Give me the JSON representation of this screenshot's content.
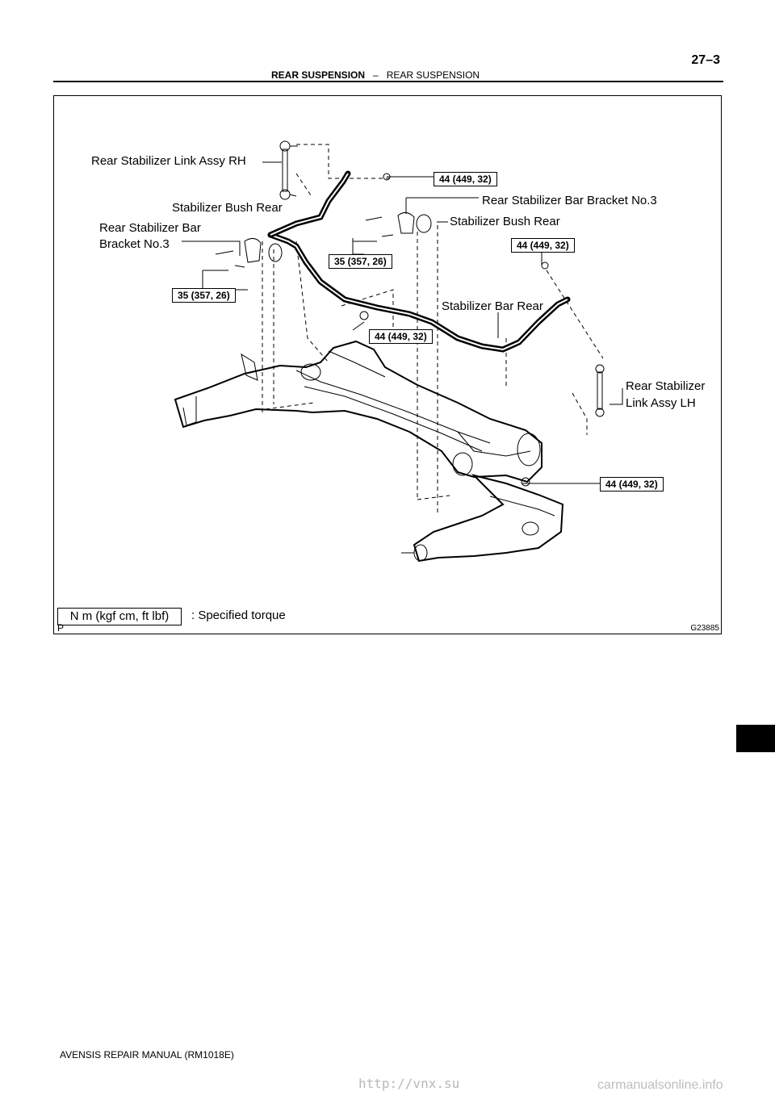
{
  "header": {
    "section_bold": "REAR SUSPENSION",
    "separator": "–",
    "section_normal": "REAR SUSPENSION",
    "page_number": "27–3"
  },
  "figure": {
    "labels": {
      "link_rh": "Rear Stabilizer Link Assy RH",
      "bush_left": "Stabilizer Bush Rear",
      "bracket_left_line1": "Rear Stabilizer Bar",
      "bracket_left_line2": "Bracket No.3",
      "bracket_right": "Rear Stabilizer Bar Bracket No.3",
      "bush_right": "Stabilizer Bush Rear",
      "stabilizer_bar": "Stabilizer Bar Rear",
      "link_lh_line1": "Rear Stabilizer",
      "link_lh_line2": "Link Assy LH"
    },
    "torques": {
      "t_top": "44 (449, 32)",
      "t_right_upper": "44 (449, 32)",
      "t_bracket_right": "35 (357, 26)",
      "t_bracket_left": "35 (357, 26)",
      "t_center": "44 (449, 32)",
      "t_right_lower": "44 (449, 32)"
    },
    "legend": {
      "unit": "N m (kgf cm, ft lbf)",
      "description": ": Specified torque"
    },
    "corner_letter": "P",
    "figure_id": "G23885"
  },
  "footer": {
    "manual": "AVENSIS REPAIR MANUAL   (RM1018E)"
  },
  "watermarks": {
    "left": "http://vnx.su",
    "right": "carmanualsonline.info"
  }
}
